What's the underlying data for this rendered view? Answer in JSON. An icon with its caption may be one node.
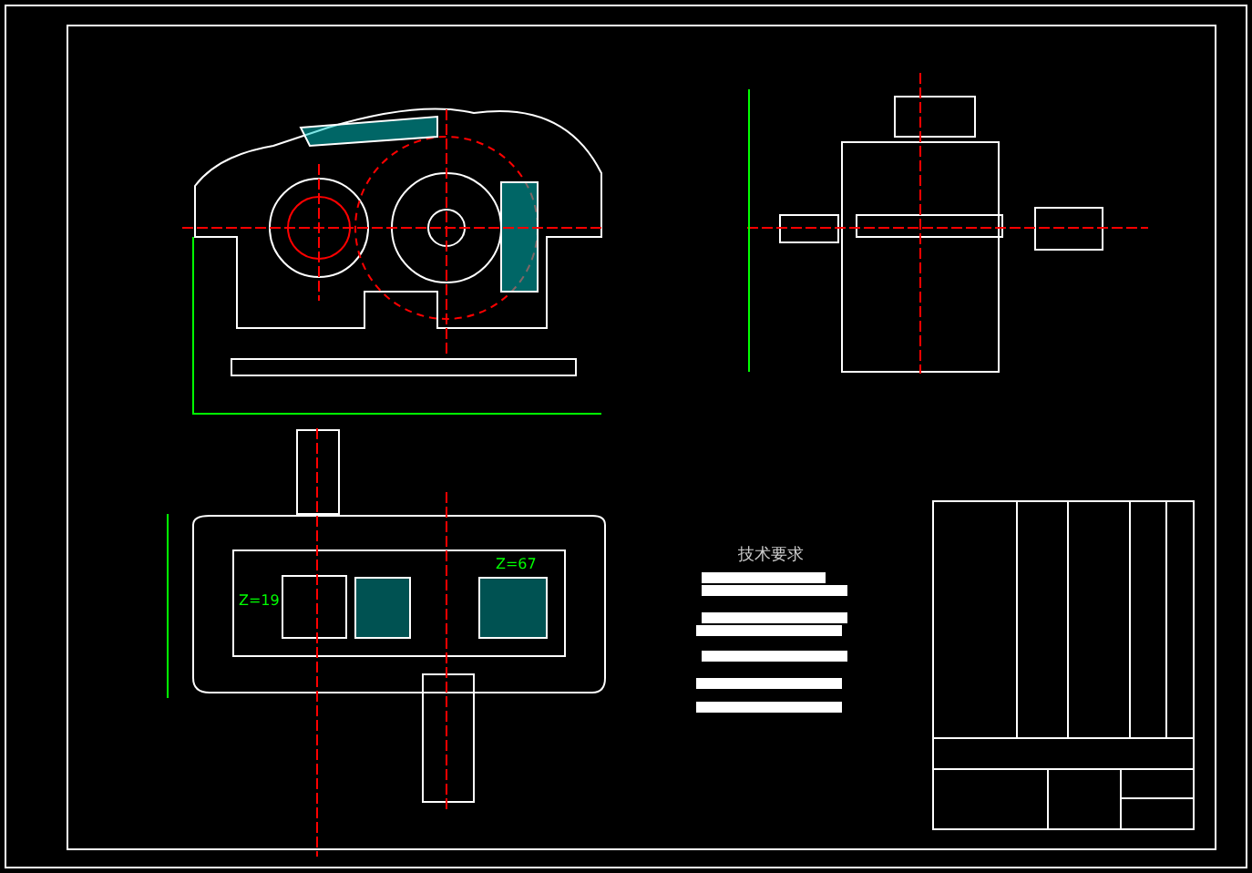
{
  "diagram": {
    "labels": [
      "Z=19",
      "Z=67",
      "技术要求"
    ]
  }
}
